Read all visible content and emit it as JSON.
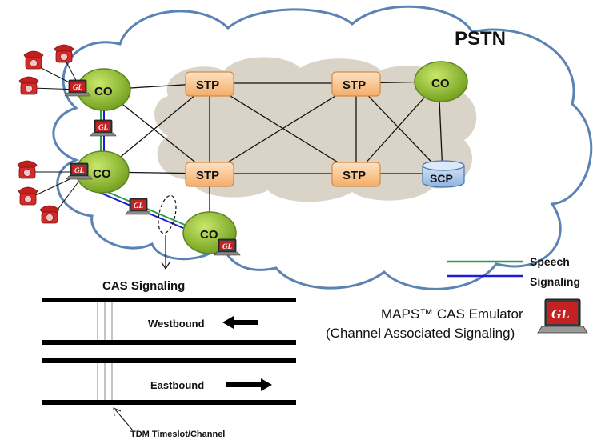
{
  "network": {
    "title": "PSTN",
    "co_label": "CO",
    "stp_label": "STP",
    "scp_label": "SCP",
    "gl_label": "GL"
  },
  "legend": {
    "speech": "Speech",
    "signaling": "Signaling",
    "speech_color": "#2e9e4a",
    "signaling_color": "#1c1cd6"
  },
  "cas": {
    "title": "CAS Signaling",
    "westbound": "Westbound",
    "eastbound": "Eastbound",
    "timeslot_label": "TDM Timeslot/Channel"
  },
  "product": {
    "name": "MAPS™  CAS Emulator",
    "subtitle": "(Channel Associated Signaling)"
  },
  "colors": {
    "cloud_stroke": "#5a82b4",
    "inner_cloud_fill": "#d9d4c7",
    "co_fill": "#8fbf2e",
    "stp_fill": "#f7c08a",
    "scp_fill": "#a9c8ea",
    "phone_red": "#d42a2a"
  },
  "icons": [
    "telephone-icon",
    "gl-laptop-icon",
    "arrow-left-icon",
    "arrow-right-icon",
    "database-icon"
  ]
}
